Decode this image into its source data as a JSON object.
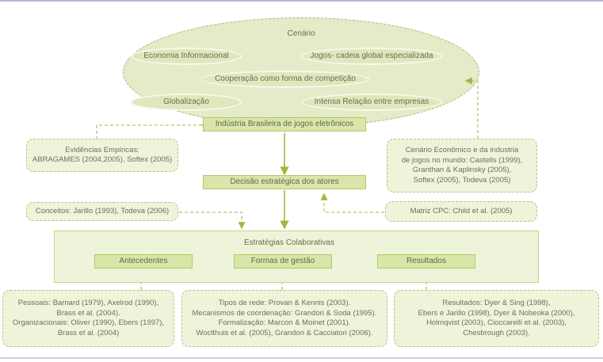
{
  "scenario": {
    "title": "Cenário",
    "items": [
      "Economia Informacional",
      "Jogos- cadeia global especializada",
      "Cooperação como forma de competição",
      "Globalização",
      "Intensa Relação entre empresas"
    ]
  },
  "industry_box": "Indústria Brasileira de jogos eletrônicos",
  "decision_box": "Decisão estratégica dos atores",
  "evidence_box": [
    "Evidências Empíricas:",
    "ABRAGAMES (2004,2005), Softex (2005)"
  ],
  "economic_box": [
    "Cenário Econômico e da industria",
    "de jogos no mundo: Castells (1999),",
    "Granthan & Kaplinsky (2005),",
    "Softex (2005), Todeva (2005)"
  ],
  "concepts_box": "Conceitos: Jarillo (1993), Todeva (2006)",
  "cpc_box": "Matriz CPC: Child et al. (2005)",
  "collab": {
    "title": "Estratégias Colaborativas",
    "stages": [
      "Antecedentes",
      "Formas de gestão",
      "Resultados"
    ]
  },
  "bottom": {
    "antecedents": [
      "Pessoais: Barnard (1979), Axelrod (1990),",
      "Brass et al. (2004).",
      "Organizacionais: Oliver (1990), Ebers (1997),",
      "Brass et al. (2004)"
    ],
    "management": [
      "Tipos de rede: Provan & Kennis (2003).",
      "Mecanismos de coordenação: Grandori & Soda (1995).",
      "Formalização: Marcon & Moinet (2001).",
      "Woclthuis et al. (2005), Grandori & Cacciatori (2006)."
    ],
    "results": [
      "Resultados: Dyer & Sing (1998),",
      "Ebers e Jarillo (1998), Dyer & Nobeoka (2000),",
      "Holmqvist (2003), Cioccarelli et al. (2003),",
      "Chesbrough (2003)."
    ]
  },
  "colors": {
    "accent": "#9fb83c",
    "fill": "#e4ebc8",
    "box": "#d9e6a8"
  }
}
